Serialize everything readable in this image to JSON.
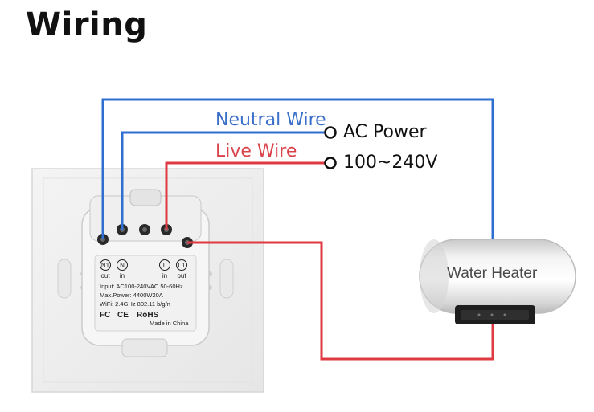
{
  "title": "Wiring",
  "labels": {
    "neutral": "Neutral Wire",
    "live": "Live Wire",
    "ac_power": "AC Power",
    "voltage": "100~240V",
    "heater": "Water Heater"
  },
  "terminals": {
    "n1": "N1",
    "n1_sub": "out",
    "n": "N",
    "n_sub": "in",
    "l": "L",
    "l_sub": "in",
    "l1": "L1",
    "l1_sub": "out"
  },
  "specs": {
    "input": "Input: AC100-240VAC 50-60Hz",
    "power": "Max.Power: 4400W20A",
    "wifi": "WiFi: 2.4GHz 802.11 b/g/n",
    "fc": "FC",
    "ce": "CE",
    "rohs": "RoHS",
    "made": "Made in China"
  },
  "colors": {
    "neutral": "#2f6fd1",
    "live": "#df3a41"
  }
}
